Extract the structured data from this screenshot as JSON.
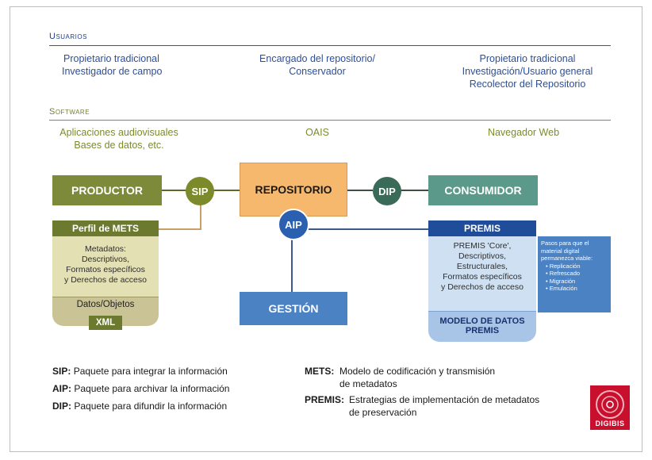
{
  "usuarios": {
    "title": "Usuarios",
    "left": [
      "Propietario tradicional",
      "Investigador de campo"
    ],
    "center": [
      "Encargado del repositorio/",
      "Conservador"
    ],
    "right": [
      "Propietario tradicional",
      "Investigación/Usuario general",
      "Recolector del Repositorio"
    ]
  },
  "software": {
    "title": "Software",
    "left": [
      "Aplicaciones audiovisuales",
      "Bases de datos, etc."
    ],
    "center": "OAIS",
    "right": "Navegador Web"
  },
  "diagram": {
    "productor": "PRODUCTOR",
    "sip": "SIP",
    "repositorio": "REPOSITORIO",
    "dip": "DIP",
    "consumidor": "CONSUMIDOR",
    "aip": "AIP",
    "gestion": "GESTIÓN",
    "mets_panel": {
      "header": "Perfil de METS",
      "body": [
        "Metadatos:",
        "Descriptivos,",
        "Formatos específicos",
        "y Derechos de acceso"
      ],
      "footer": "Datos/Objetos",
      "tag": "XML"
    },
    "premis_panel": {
      "header": "PREMIS",
      "body": [
        "PREMIS 'Core',",
        "Descriptivos,",
        "Estructurales,",
        "Formatos específicos",
        "y Derechos de acceso"
      ],
      "footer": [
        "MODELO DE DATOS",
        "PREMIS"
      ]
    },
    "pasos": {
      "intro": [
        "Pasos para que el",
        "material digital",
        "permanezca viable:"
      ],
      "items": [
        "Replicación",
        "Refrescado",
        "Migración",
        "Emulación"
      ]
    }
  },
  "legend": {
    "left": [
      {
        "key": "SIP:",
        "text": "Paquete para integrar la información"
      },
      {
        "key": "AIP:",
        "text": "Paquete para archivar la información"
      },
      {
        "key": "DIP:",
        "text": "Paquete para difundir la información"
      }
    ],
    "right": [
      {
        "key": "METS:",
        "lines": [
          "Modelo de codificación y transmisión",
          "de metadatos"
        ]
      },
      {
        "key": "PREMIS:",
        "lines": [
          "Estrategias de implementación de metadatos",
          "de preservación"
        ]
      }
    ]
  },
  "logo": {
    "text": "DIGIBIS"
  },
  "colors": {
    "olive": "#7d8a3a",
    "olive_dark": "#5f6a2a",
    "orange": "#f5b86d",
    "teal": "#5b9a8a",
    "blue": "#3d73b8",
    "navy": "#1f4d99",
    "light_blue": "#cfe0f3",
    "logo_red": "#c8102e"
  }
}
